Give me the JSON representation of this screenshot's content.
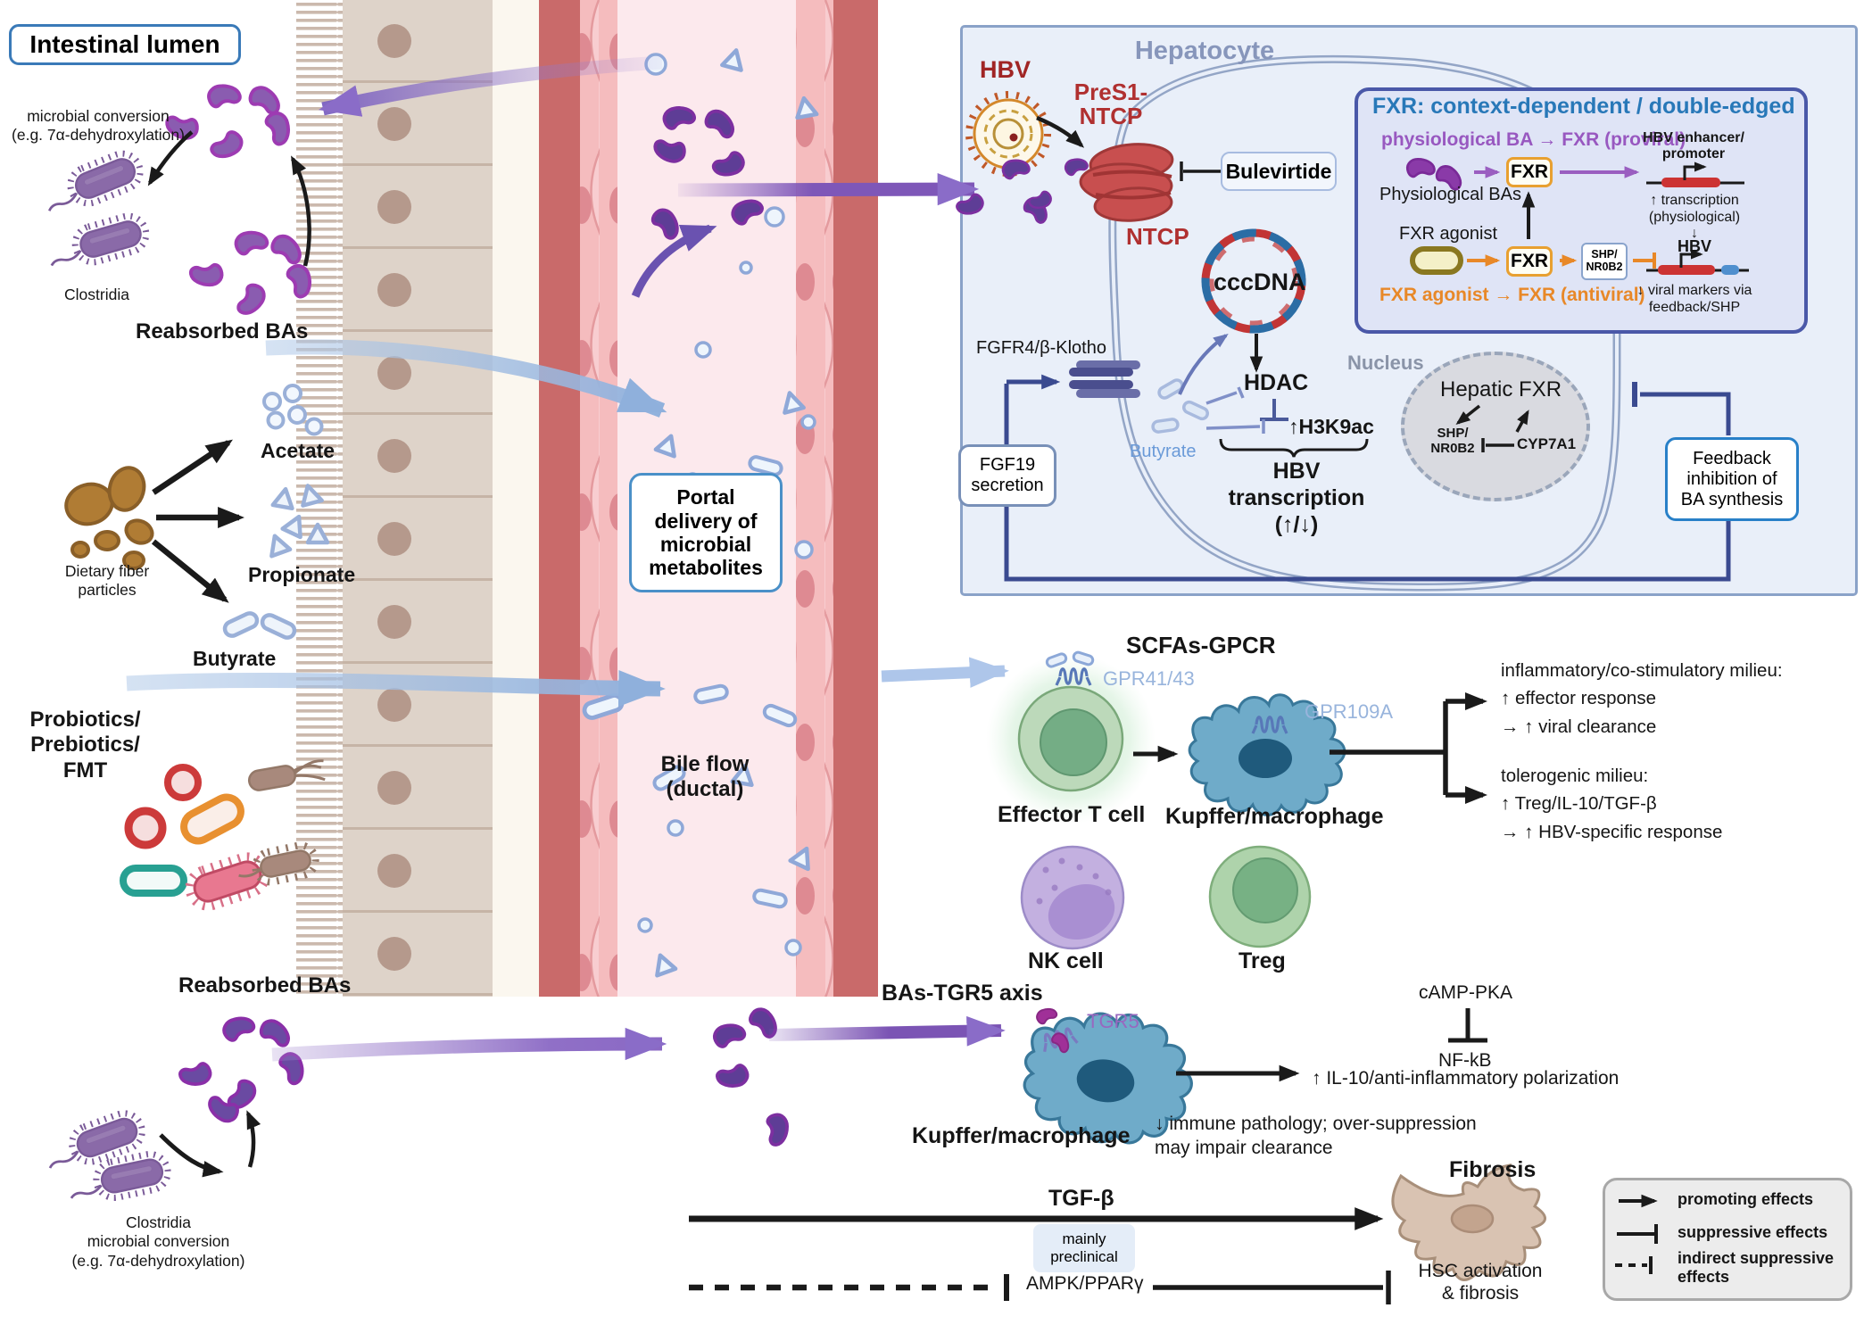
{
  "colors": {
    "bile_acid_purple": "#6a4aa2",
    "metabolite_blue": "#8fa8d8",
    "vessel_red": "#c96a6a",
    "lumen_pink": "#fce9ed",
    "hepatocyte_blue": "#e9eff9",
    "fxr_panel_border": "#4a58a8",
    "fxr_title_blue": "#2878b8",
    "proviral_purple": "#9858c0",
    "antiviral_orange": "#e88828",
    "hbv_red": "#a02525",
    "feedback_navy": "#3a4a90",
    "gpr_blue": "#98b4dc",
    "tgr5_purple": "#9868c0"
  },
  "left": {
    "lumen_title": "Intestinal lumen",
    "microbial_conversion": "microbial conversion\n(e.g. 7α-dehydroxylation)",
    "clostridia": "Clostridia",
    "reabsorbed_bas_top": "Reabsorbed BAs",
    "acetate": "Acetate",
    "propionate": "Propionate",
    "butyrate": "Butyrate",
    "dietary_fiber": "Dietary fiber\nparticles",
    "probiotics": "Probiotics/\nPrebiotics/\nFMT",
    "reabsorbed_bas_bottom": "Reabsorbed BAs",
    "clostridia_conversion": "Clostridia\nmicrobial conversion\n(e.g. 7α-dehydroxylation)"
  },
  "vessel": {
    "portal_delivery": "Portal\ndelivery of\nmicrobial\nmetabolites",
    "bile_flow": "Bile flow\n(ductal)"
  },
  "hepatocyte": {
    "title": "Hepatocyte",
    "hbv": "HBV",
    "pres1_ntcp": "PreS1-\nNTCP",
    "ntcp": "NTCP",
    "bulevirtide": "Bulevirtide",
    "cccdna": "cccDNA",
    "hdac": "HDAC",
    "h3k9ac": "↑H3K9ac",
    "butyrate": "Butyrate",
    "hbv_transcription": "HBV\ntranscription\n(↑/↓)",
    "fgfr4": "FGFR4/β-Klotho",
    "fgf19": "FGF19\nsecretion",
    "nucleus": "Nucleus",
    "hepatic_fxr": "Hepatic FXR",
    "shp": "SHP/\nNR0B2",
    "cyp7a1": "CYP7A1",
    "feedback": "Feedback\ninhibition of\nBA synthesis"
  },
  "fxr_panel": {
    "title": "FXR: context-dependent / double-edged",
    "proviral": "physiological BA → FXR (proviral)",
    "physiological_bas": "Physiological BAs",
    "fxr1": "FXR",
    "fxr2": "FXR",
    "fxr_agonist": "FXR agonist",
    "antiviral": "FXR agonist → FXR (antiviral)",
    "shp_box": "SHP/\nNR0B2",
    "hbv_enhancer": "HBV enhancer/\npromoter",
    "transcription": "↑ transcription\n(physiological)",
    "down_arrow": "↓",
    "hbv": "HBV",
    "viral_markers": "↓ viral markers via\nfeedback/SHP"
  },
  "immune": {
    "scfas_gpcr": "SCFAs-GPCR",
    "gpr4143": "GPR41/43",
    "gpr109a": "GPR109A",
    "effector_t": "Effector T cell",
    "kupffer": "Kupffer/macrophage",
    "nk": "NK cell",
    "treg": "Treg",
    "inflammatory": "inflammatory/co-stimulatory milieu:\n↑ effector response\n→ ↑ viral clearance",
    "tolerogenic": "tolerogenic milieu:\n↑ Treg/IL-10/TGF-β\n→ ↑ HBV-specific response"
  },
  "tgr5": {
    "axis": "BAs-TGR5 axis",
    "receptor": "TGR5",
    "kupffer": "Kupffer/macrophage",
    "camp_pka": "cAMP-PKA",
    "nfkb": "NF-kB",
    "il10": "↑ IL-10/anti-inflammatory polarization",
    "immune_pathology": "↓ immune pathology; over-suppression\nmay impair clearance"
  },
  "fibrosis": {
    "tgfb": "TGF-β",
    "mainly_preclinical": "mainly\npreclinical",
    "ampk": "AMPK/PPARγ",
    "fibrosis": "Fibrosis",
    "hsc": "HSC activation\n& fibrosis"
  },
  "legend": {
    "promoting": "promoting effects",
    "suppressive": "suppressive effects",
    "indirect": "indirect suppressive\neffects"
  }
}
